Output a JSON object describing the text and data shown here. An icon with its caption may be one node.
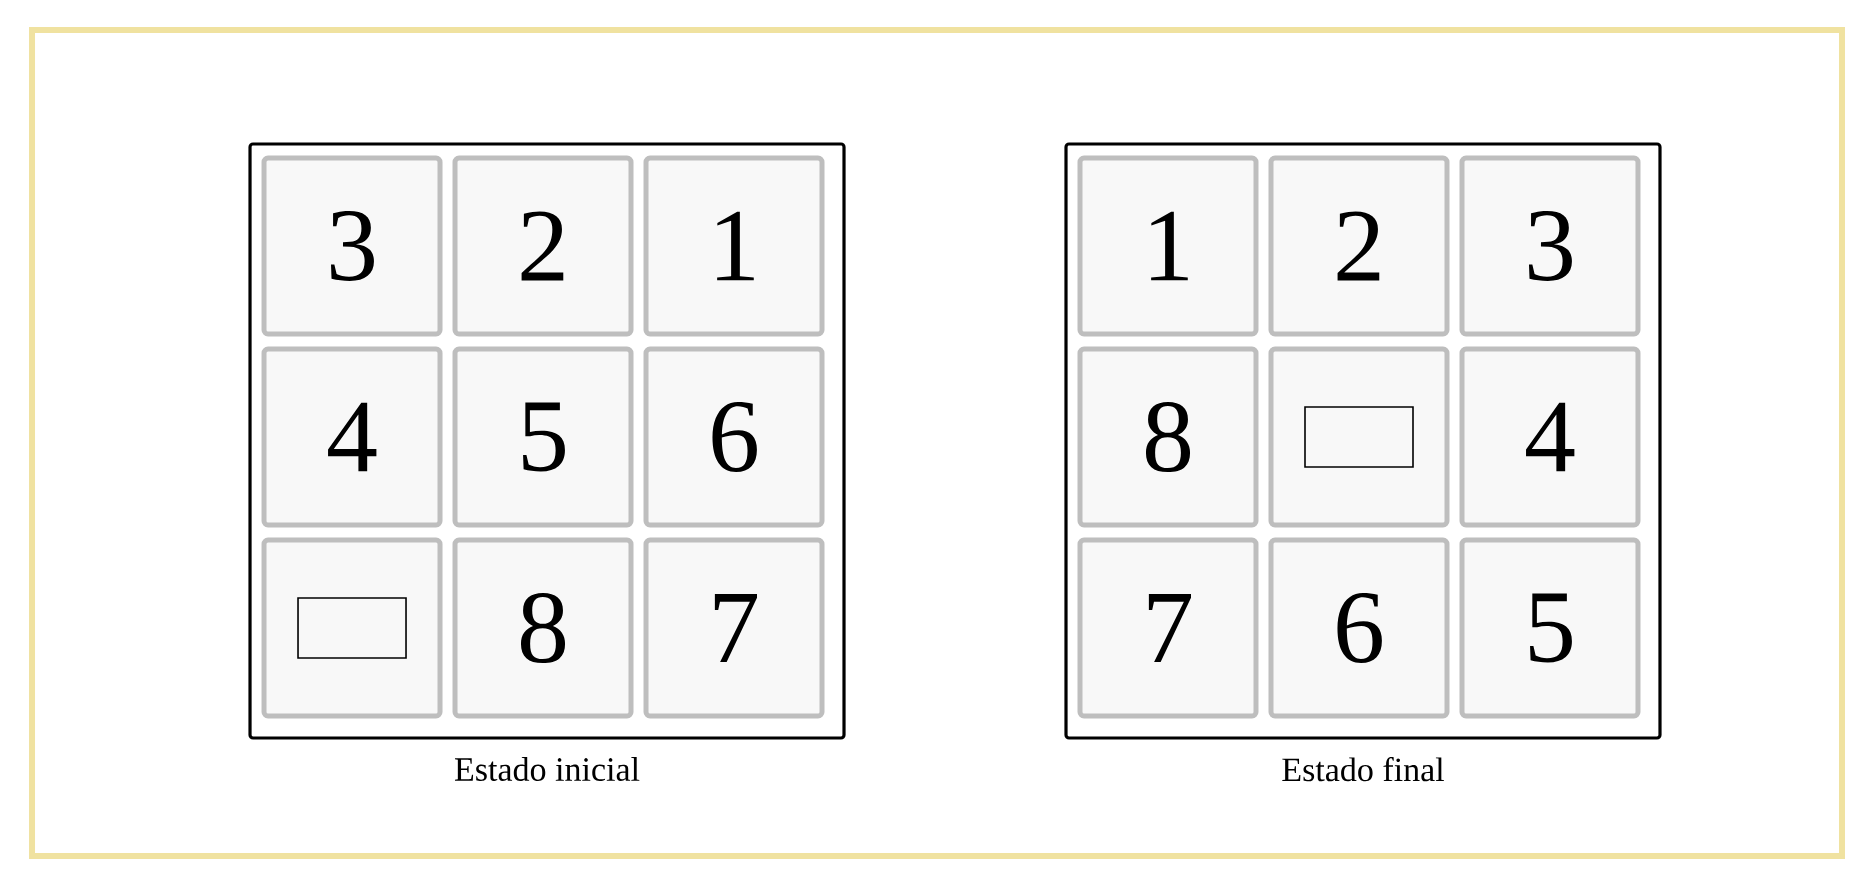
{
  "diagram": {
    "nodes": [
      {
        "text": [],
        "shape": "box",
        "beside": [
          "Estado inicial"
        ]
      },
      {
        "text": [
          "3"
        ],
        "in": 0
      },
      {
        "text": [
          "2"
        ],
        "in": 0
      },
      {
        "text": [
          "1"
        ],
        "in": 0
      },
      {
        "text": [
          "4"
        ],
        "in": 0
      },
      {
        "text": [
          "5"
        ],
        "in": 0
      },
      {
        "text": [
          "6"
        ],
        "in": 0
      },
      {
        "text": [],
        "shape": "box",
        "in": 0
      },
      {
        "text": [
          "8"
        ],
        "in": 0
      },
      {
        "text": [
          "7"
        ],
        "in": 0
      },
      {
        "text": [],
        "shape": "box",
        "beside": [
          "Estado final"
        ]
      },
      {
        "text": [
          "1"
        ],
        "in": 10
      },
      {
        "text": [
          "2"
        ],
        "in": 10
      },
      {
        "text": [
          "3"
        ],
        "in": 10
      },
      {
        "text": [
          "8"
        ],
        "in": 10
      },
      {
        "text": [],
        "shape": "box",
        "in": 10
      },
      {
        "text": [
          "4"
        ],
        "in": 10
      },
      {
        "text": [
          "7"
        ],
        "in": 10
      },
      {
        "text": [
          "6"
        ],
        "in": 10
      },
      {
        "text": [
          "5"
        ],
        "in": 10
      }
    ]
  }
}
